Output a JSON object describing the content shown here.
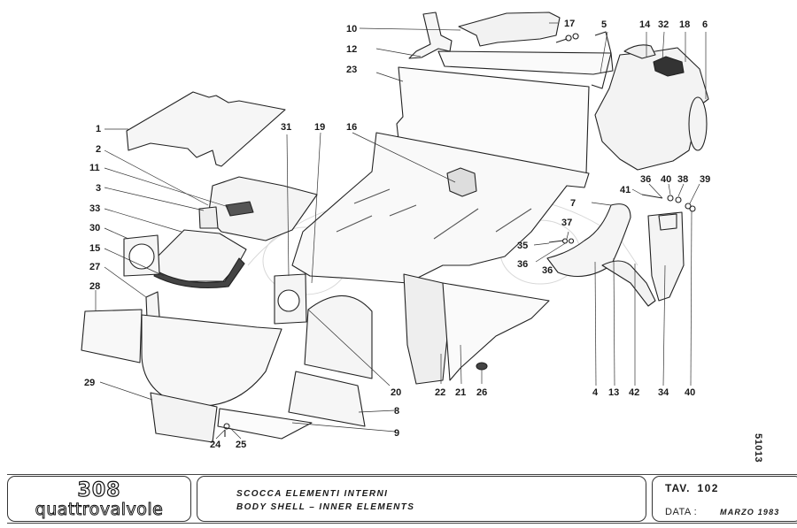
{
  "callouts": {
    "c1": "1",
    "c2": "2",
    "c3": "3",
    "c4": "4",
    "c5": "5",
    "c6": "6",
    "c7": "7",
    "c8": "8",
    "c9": "9",
    "c10": "10",
    "c11": "11",
    "c12": "12",
    "c13": "13",
    "c14": "14",
    "c15": "15",
    "c16": "16",
    "c17": "17",
    "c18": "18",
    "c19": "19",
    "c20": "20",
    "c21": "21",
    "c22": "22",
    "c23": "23",
    "c24": "24",
    "c25": "25",
    "c26": "26",
    "c27": "27",
    "c28": "28",
    "c29": "29",
    "c30": "30",
    "c31": "31",
    "c32": "32",
    "c33": "33",
    "c34": "34",
    "c35": "35",
    "c36a": "36",
    "c36b": "36",
    "c36c": "36",
    "c37": "37",
    "c38": "38",
    "c39": "39",
    "c40a": "40",
    "c40b": "40",
    "c41": "41",
    "c42": "42"
  },
  "document_code": "51013",
  "title_block": {
    "logo_model": "308",
    "logo_name": "quattrovalvole",
    "description_it": "SCOCCA ELEMENTI INTERNI",
    "description_en": "BODY SHELL – INNER ELEMENTS",
    "tav_label": "TAV.",
    "tav_number": "102",
    "date_label": "DATA :",
    "date_value": "MARZO 1983"
  }
}
